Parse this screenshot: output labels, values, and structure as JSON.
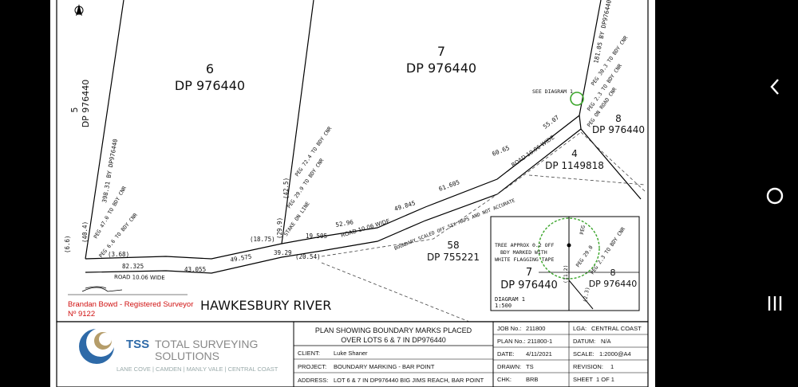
{
  "plan": {
    "lots": {
      "lot6_num": "6",
      "lot6_dp": "DP 976440",
      "lot7_num": "7",
      "lot7_dp": "DP 976440",
      "lot5_num": "5",
      "lot5_dp": "DP 976440",
      "lot8_num": "8",
      "lot8_dp": "DP 976440",
      "lot4_num": "4",
      "lot4_dp": "DP 1149818",
      "lot58_num": "58",
      "lot58_dp": "DP 755221"
    },
    "river": "HAWKESBURY RIVER",
    "road_label_1": "ROAD 10.06 WIDE",
    "road_label_2": "ROAD 10.06 WIDE",
    "road_label_3": "ROAD 10.06 WIDE",
    "see_diagram": "SEE DIAGRAM 1",
    "boundary_note": "BOUNDARY SCALED OFF SIX MAPS AND NOT ACCURATE",
    "dims": {
      "d_6_6": "(6.6)",
      "d_40_4": "(40.4)",
      "d_3_68": "(3.68)",
      "d_82_325": "82.325",
      "d_43_055": "43.055",
      "d_49_575": "49.575",
      "d_18_75": "(18.75)",
      "d_29_9": "(29.9)",
      "d_42_5": "(42.5)",
      "d_39_29": "39.29",
      "d_20_54": "(20.54)",
      "d_19_505": "19.505",
      "d_52_96": "52.96",
      "d_49_845": "49.845",
      "d_61_605": "61.605",
      "d_60_65": "60.65",
      "d_55_07": "55.07",
      "d_181_05": "181.05 BY DP976440",
      "d_398_31": "398.31 BY DP976440"
    },
    "pegs": {
      "peg_6_6": "PEG 6.6 TO BDY CNR",
      "peg_47": "PEG 47.0 TO BDY CNR",
      "peg_29_9": "PEG 29.9 TO BDY CNR",
      "peg_72_4": "PEG 72.4 TO BDY CNR",
      "stake": "STAKE ON LINE",
      "peg_30_3": "PEG 30.3 TO BDY CNR",
      "peg_2_3": "PEG 2.3 TO BDY CNR",
      "peg_road": "PEG ON ROAD CNR"
    },
    "diagram": {
      "tree_note_1": "TREE APPROX 0.2 OFF",
      "tree_note_2": "BDY MARKED WITH",
      "tree_note_3": "WHITE FLAGGING TAPE",
      "peg_label": "PEG",
      "peg_29": "PEG 29.0",
      "peg_2_3": "PEG 2.3 TO BDY CNR",
      "d_11_2": "(11.2)",
      "d_2_3": "(2.3)",
      "lot7_num": "7",
      "lot7_dp": "DP 976440",
      "lot8_num": "8",
      "lot8_dp": "DP 976440",
      "title": "DIAGRAM 1",
      "scale": "1:500"
    },
    "surveyor": {
      "name": "Brandan Bowd - Registered Surveyor",
      "number": "Nº 9122",
      "color": "#d01010"
    }
  },
  "title_block": {
    "company_short": "TSS",
    "company_word1": "TOTAL SURVEYING",
    "company_word2": "SOLUTIONS",
    "locations": "LANE COVE | CAMDEN | MANLY VALE | CENTRAL COAST",
    "brand_color": "#3a6fb0",
    "plan_title_1": "PLAN SHOWING BOUNDARY MARKS PLACED",
    "plan_title_2": "OVER LOTS 6 & 7 IN DP976440",
    "client_label": "CLIENT:",
    "client_value": "Luke Shaner",
    "project_label": "PROJECT:",
    "project_value": "BOUNDARY MARKING - BAR POINT",
    "address_label": "ADDRESS:",
    "address_value": "LOT 6 & 7 IN DP976440 BIG JIMS REACH, BAR POINT",
    "job_label": "JOB No.:",
    "job_value": "211800",
    "plan_no_label": "PLAN No.:",
    "plan_no_value": "211800-1",
    "date_label": "DATE:",
    "date_value": "4/11/2021",
    "drawn_label": "DRAWN:",
    "drawn_value": "TS",
    "chk_label": "CHK:",
    "chk_value": "BRB",
    "lga_label": "LGA:",
    "lga_value": "CENTRAL COAST",
    "datum_label": "DATUM:",
    "datum_value": "N/A",
    "scale_label": "SCALE:",
    "scale_value": "1:2000@A4",
    "revision_label": "REVISION:",
    "revision_value": "1",
    "sheet_label": "SHEET",
    "sheet_value": "1  OF  1"
  },
  "nav": {
    "back_icon": "chevron-left",
    "home_icon": "circle",
    "recents_icon": "three-bars"
  }
}
